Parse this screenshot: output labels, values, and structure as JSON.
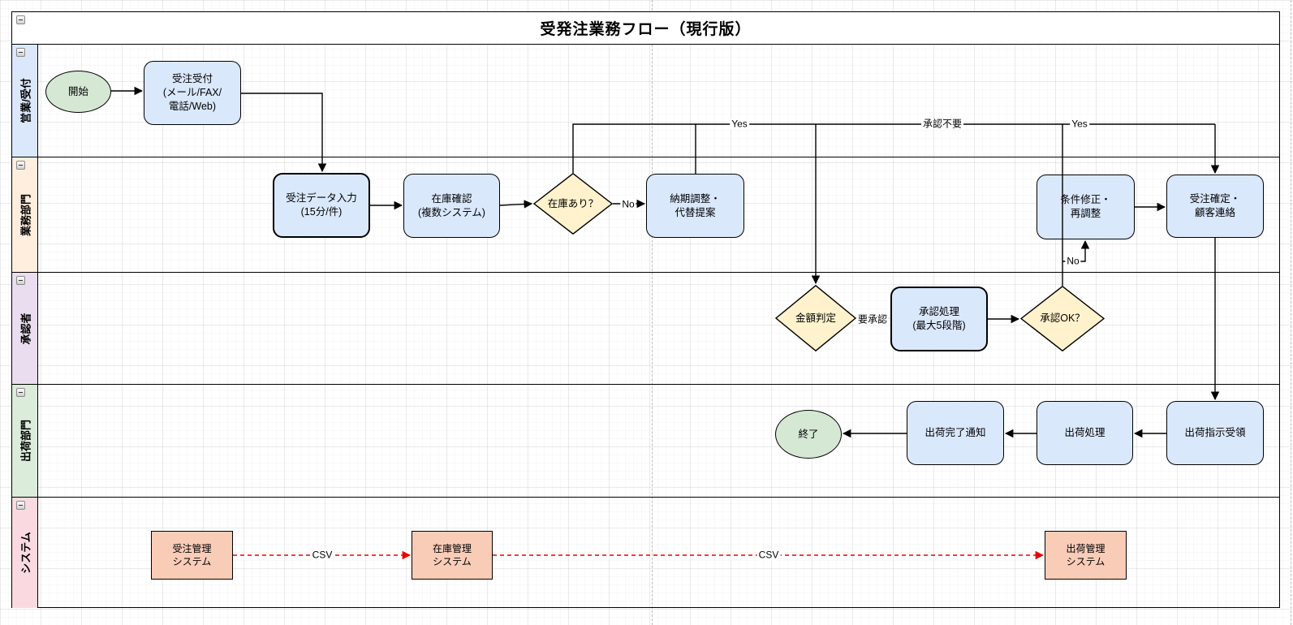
{
  "title": "受発注業務フロー（現行版）",
  "lanes": [
    {
      "label": "営業/受付"
    },
    {
      "label": "業務部門"
    },
    {
      "label": "承認者"
    },
    {
      "label": "出荷部門"
    },
    {
      "label": "システム"
    }
  ],
  "nodes": {
    "start": "開始",
    "order_reception": "受注受付\n(メール/FAX/\n電話/Web)",
    "order_data_entry": "受注データ入力\n(15分/件)",
    "inventory_check": "在庫確認\n(複数システム)",
    "stock_decision": "在庫あり？",
    "delivery_adjustment": "納期調整・\n代替提案",
    "condition_revision": "条件修正・\n再調整",
    "order_confirmation": "受注確定・\n顧客連絡",
    "amount_decision": "金額判定",
    "approval_process": "承認処理\n(最大5段階)",
    "approval_decision": "承認OK？",
    "shipping_instruction": "出荷指示受領",
    "shipping_process": "出荷処理",
    "shipping_complete_notice": "出荷完了通知",
    "end": "終了",
    "order_system": "受注管理\nシステム",
    "inventory_system": "在庫管理\nシステム",
    "shipping_system": "出荷管理\nシステム"
  },
  "edge_labels": {
    "stock_yes": "Yes",
    "stock_no": "No",
    "approval_not_required": "承認不要",
    "approval_required": "要承認",
    "approval_yes": "Yes",
    "approval_no": "No",
    "csv_order_to_inventory": "CSV",
    "csv_inventory_to_shipping": "CSV"
  },
  "theme": {
    "process-fill": "#dae8fc",
    "decision-fill": "#fff2cc",
    "terminal-fill": "#d5e8d4",
    "system-fill": "#f9ccb8",
    "lane1-fill": "#dbe8fc",
    "lane2-fill": "#ffeedd",
    "lane3-fill": "#e9ddef",
    "lane4-fill": "#dcecdb",
    "lane5-fill": "#fbd9e0",
    "csv-arrow": "#ee0000",
    "stroke": "#000000"
  }
}
